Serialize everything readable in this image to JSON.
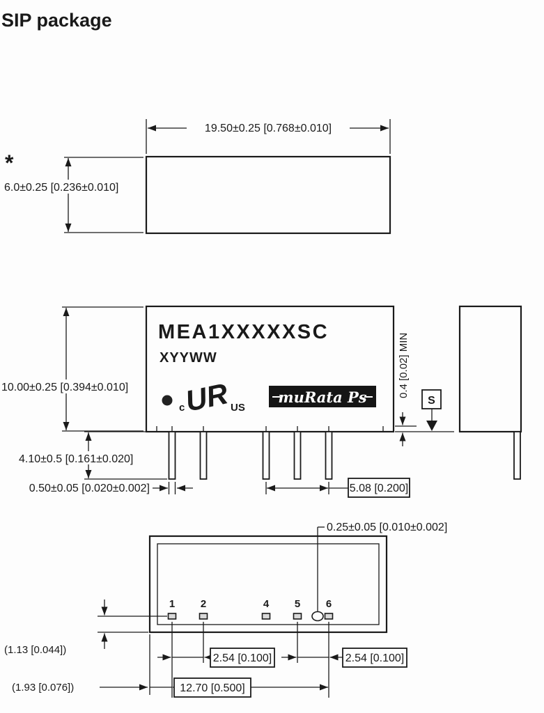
{
  "page": {
    "title": "SIP package",
    "note_marker": "*"
  },
  "colors": {
    "ink": "#1a1a1a",
    "background": "#fdfdfd"
  },
  "top_view": {
    "width_dim": "19.50±0.25 [0.768±0.010]",
    "height_dim": "6.0±0.25 [0.236±0.010]"
  },
  "front_view": {
    "part_number": "MEA1XXXXXSC",
    "date_code": "XYYWW",
    "ul_prefix": "c",
    "ul_mark": "UR",
    "ul_suffix": "US",
    "logo_text": "muRata Ps",
    "body_height_dim": "10.00±0.25 [0.394±0.010]",
    "pin_length_dim": "4.10±0.5 [0.161±0.020]",
    "pin_width_dim": "0.50±0.05 [0.020±0.002]",
    "pin_span_dim": "5.08 [0.200]",
    "standoff_dim": "0.4 [0.02] MIN",
    "datum_label": "S"
  },
  "bottom_view": {
    "pin_thickness_dim": "0.25±0.05 [0.010±0.002]",
    "pin_numbers": [
      "1",
      "2",
      "4",
      "5",
      "6"
    ],
    "pitch_dim_1": "2.54 [0.100]",
    "pitch_dim_2": "2.54 [0.100]",
    "row_offset_dim": "(1.13 [0.044])",
    "edge_offset_dim": "(1.93 [0.076])",
    "total_span_dim": "12.70 [0.500]"
  }
}
